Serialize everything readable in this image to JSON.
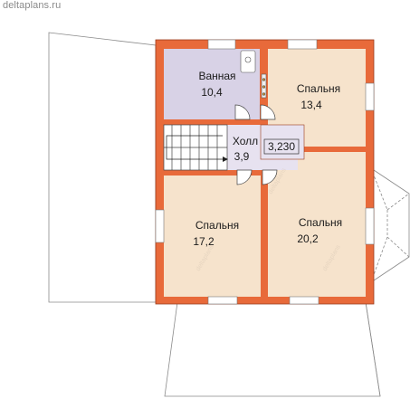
{
  "site": {
    "label": "deltaplans.ru"
  },
  "rooms": [
    {
      "id": "bathroom",
      "name": "Ванная",
      "area": "10,4"
    },
    {
      "id": "bedroom-ne",
      "name": "Спальня",
      "area": "13,4"
    },
    {
      "id": "hall",
      "name": "Холл",
      "area": "3,9"
    },
    {
      "id": "bedroom-sw",
      "name": "Спальня",
      "area": "17,2"
    },
    {
      "id": "bedroom-se",
      "name": "Спальня",
      "area": "20,2"
    }
  ],
  "elevation": {
    "label": "3,230"
  },
  "colors": {
    "wall": "#e86a3a",
    "wall_stroke": "#9a3b1c",
    "bedroom_fill": "#f6e3cc",
    "bathroom_fill": "#d8d2e6",
    "hall_fill": "#e7e2f0",
    "roof_line": "#8a8a8a"
  }
}
